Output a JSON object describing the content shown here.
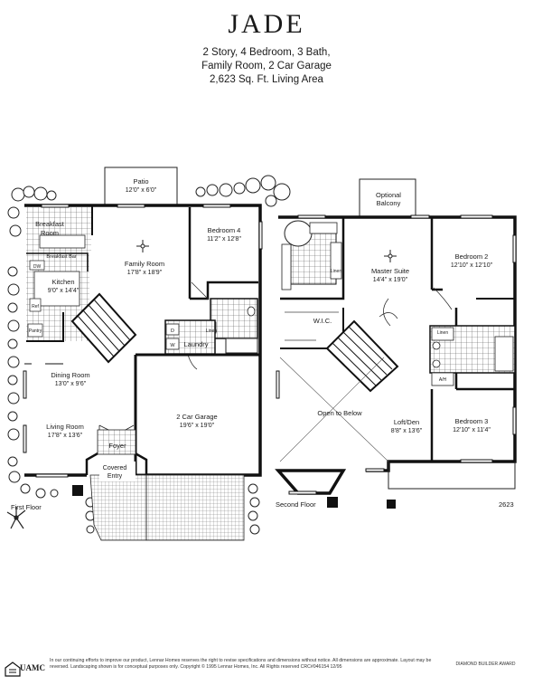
{
  "header": {
    "title": "JADE",
    "line1": "2 Story, 4 Bedroom, 3 Bath,",
    "line2": "Family Room, 2 Car Garage",
    "line3": "2,623 Sq. Ft. Living Area"
  },
  "first_floor": {
    "label": "First Floor",
    "rooms": {
      "patio": {
        "name": "Patio",
        "dims": "12'0\" x 6'0\""
      },
      "breakfast": {
        "name": "Breakfast",
        "name2": "Room"
      },
      "breakfast_bar": "Breakfast Bar",
      "kitchen": {
        "name": "Kitchen",
        "dims": "9'0\" x 14'4\""
      },
      "family": {
        "name": "Family Room",
        "dims": "17'8\" x 18'9\""
      },
      "bedroom4": {
        "name": "Bedroom 4",
        "dims": "11'2\" x 12'8\""
      },
      "dining": {
        "name": "Dining Room",
        "dims": "13'0\" x 9'6\""
      },
      "living": {
        "name": "Living Room",
        "dims": "17'8\" x 13'6\""
      },
      "garage": {
        "name": "2 Car Garage",
        "dims": "19'6\" x 19'0\""
      },
      "foyer": "Foyer",
      "entry": {
        "name": "Covered",
        "name2": "Entry"
      },
      "laundry": "Laundry",
      "linen": "Linen",
      "pantry": "Pantry",
      "dw": "DW",
      "ref": "Ref",
      "d": "D",
      "w": "W"
    }
  },
  "second_floor": {
    "label": "Second Floor",
    "rooms": {
      "balcony": {
        "name": "Optional",
        "name2": "Balcony"
      },
      "master": {
        "name": "Master Suite",
        "dims": "14'4\" x 19'0\""
      },
      "bedroom2": {
        "name": "Bedroom 2",
        "dims": "12'10\" x 12'10\""
      },
      "bedroom3": {
        "name": "Bedroom 3",
        "dims": "12'10\" x 11'4\""
      },
      "loft": {
        "name": "Loft/Den",
        "dims": "8'8\" x 13'6\""
      },
      "open": "Open to Below",
      "wic": "W.I.C.",
      "linen": "Linen",
      "linen2": "Linen",
      "ah": "A/H"
    }
  },
  "plan_number": "2623",
  "footer": {
    "text": "In our continuing efforts to improve our product, Lennar Homes reserves the right to revise specifications and dimensions without notice. All dimensions are approximate. Layout may be reversed. Landscaping shown is for conceptual purposes only. Copyright © 1995 Lennar Homes, Inc. All Rights reserved CRC#046154 12/95",
    "logo": "UAMC",
    "award": "DIAMOND BUILDER AWARD"
  }
}
